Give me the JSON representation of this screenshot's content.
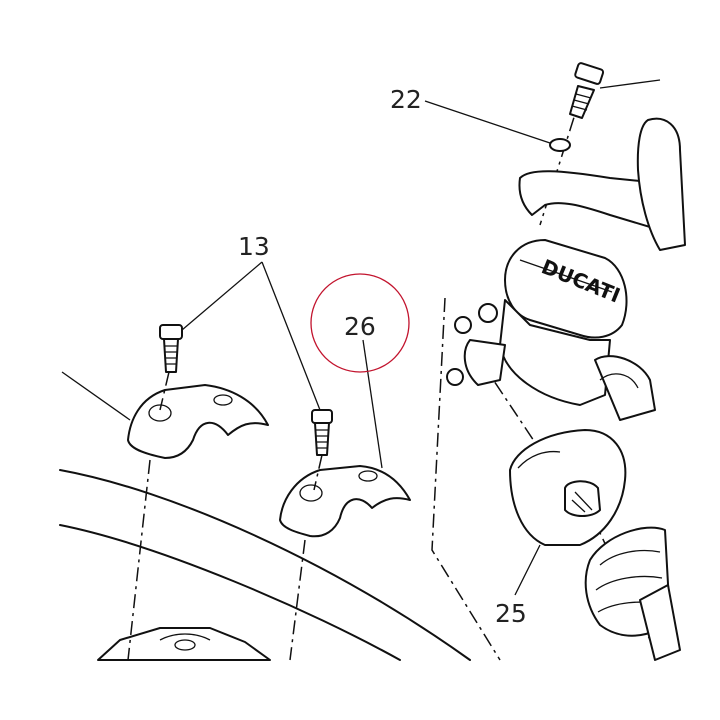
{
  "callouts": {
    "c13": "13",
    "c22": "22",
    "c25": "25",
    "c26": "26"
  },
  "logo": {
    "text": "DUCATI"
  },
  "colors": {
    "line": "#111111",
    "highlight": "#c2142e",
    "background": "#ffffff"
  }
}
